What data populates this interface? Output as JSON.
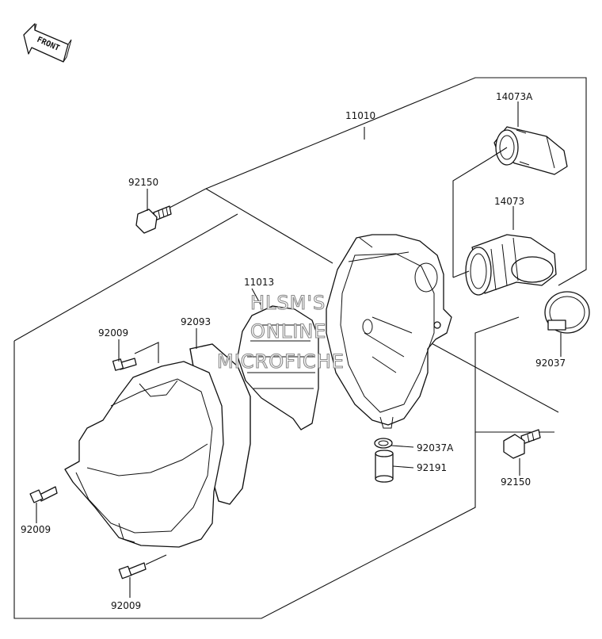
{
  "front_arrow": {
    "label": "FRONT"
  },
  "labels": {
    "p11010": "11010",
    "p14073A": "14073A",
    "p14073": "14073",
    "p92150_top": "92150",
    "p11013": "11013",
    "p92093": "92093",
    "p92009_top": "92009",
    "p92009_left": "92009",
    "p92009_bottom": "92009",
    "p92037": "92037",
    "p92037A": "92037A",
    "p92191": "92191",
    "p92150_right": "92150"
  },
  "watermark": {
    "line1": "HLSM'S",
    "line2": "ONLINE",
    "line3": "MICROFICHE"
  }
}
